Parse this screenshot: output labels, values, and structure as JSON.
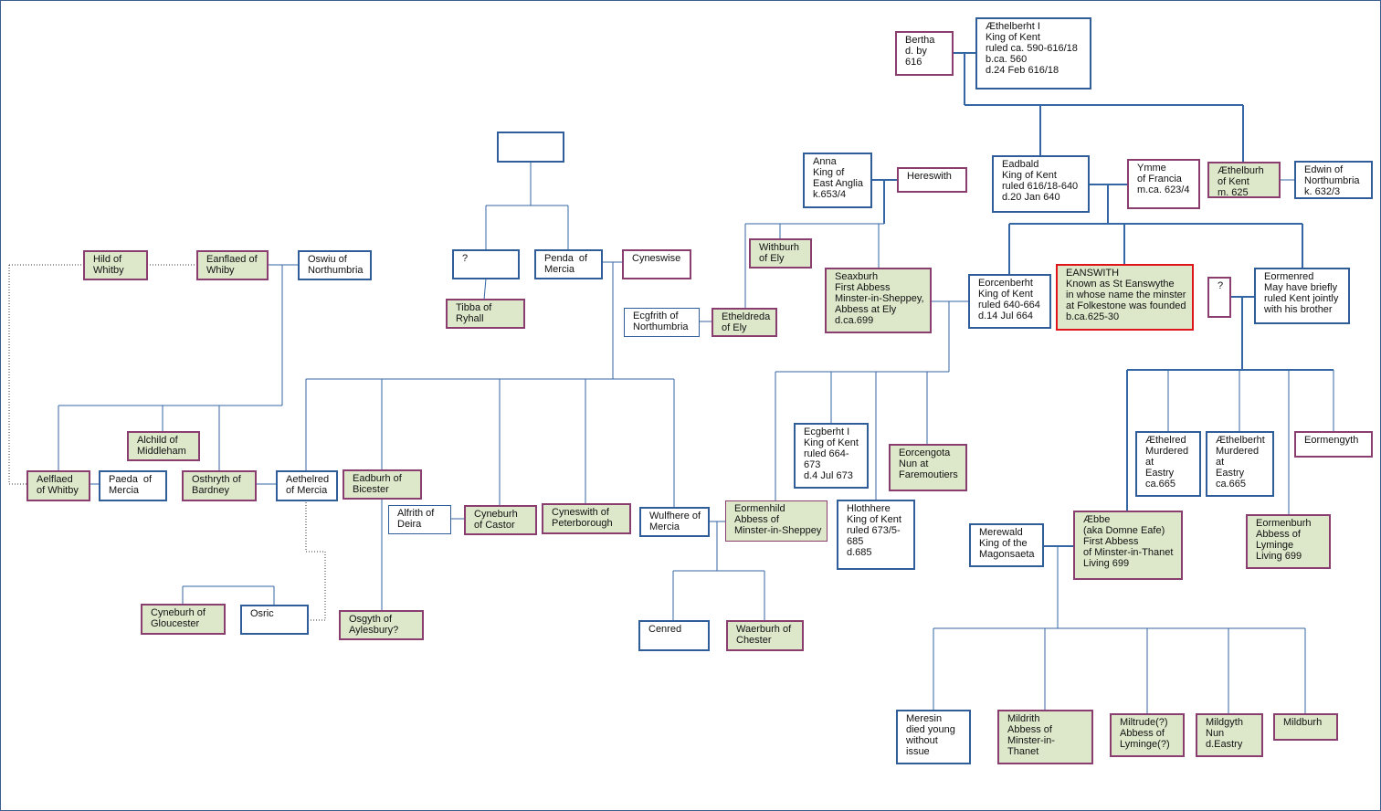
{
  "people": {
    "bertha": "Bertha\nd. by\n616",
    "aethelberht_i": "Æthelberht I\nKing of Kent\nruled ca. 590-616/18\nb.ca. 560\nd.24 Feb 616/18",
    "blank_top": "",
    "anna": "Anna\nKing of\nEast Anglia\nk.653/4",
    "hereswith": "Hereswith",
    "eadbald": "Eadbald\nKing of Kent\nruled 616/18-640\nd.20 Jan 640",
    "ymme": "Ymme\nof Francia\nm.ca. 623/4",
    "aethelburh_kent": "Æthelburh\nof Kent\nm. 625",
    "edwin": "Edwin of\nNorthumbria\nk. 632/3",
    "hild": "Hild of\nWhitby",
    "eanflaed": "Eanflaed of\nWhiby",
    "oswiu": "Oswiu of\nNorthumbria",
    "unknown_q1": "?",
    "penda": "Penda  of\nMercia",
    "cyneswise": "Cyneswise",
    "tibba": "Tibba of\nRyhall",
    "withburh": "Withburh\nof Ely",
    "ecgfrith": "Ecgfrith of\nNorthumbria",
    "etheldreda": "Etheldreda\nof Ely",
    "seaxburh": "Seaxburh\nFirst Abbess\nMinster-in-Sheppey,\nAbbess at Ely\nd.ca.699",
    "eorcenberht": "Eorcenberht\nKing of Kent\nruled 640-664\nd.14 Jul 664",
    "eanswith": "EANSWITH\nKnown as St Eanswythe\nin whose name the minster\nat Folkestone was founded\nb.ca.625-30",
    "unknown_q2": "?",
    "eormenred": "Eormenred\nMay have briefly\nruled Kent jointly\nwith his brother",
    "alchild": "Alchild of\nMiddleham",
    "aelflaed": "Aelflaed\nof Whitby",
    "paeda": "Paeda  of\nMercia",
    "osthryth": "Osthryth of\nBardney",
    "aethelred_mercia": "Aethelred\nof Mercia",
    "eadburh": "Eadburh of\nBicester",
    "alfrith": "Alfrith of\nDeira",
    "cyneburh_castor": "Cyneburh\nof Castor",
    "cyneswith": "Cyneswith of\nPeterborough",
    "wulfhere": "Wulfhere of\nMercia",
    "eormenhild": "Eormenhild\nAbbess of\nMinster-in-Sheppey",
    "ecgberht": "Ecgberht I\nKing of Kent\nruled 664-\n673\nd.4 Jul 673",
    "eorcengota": "Eorcengota\nNun at\nFaremoutiers",
    "hlothhere": "Hlothhere\nKing of Kent\nruled 673/5-\n685\nd.685",
    "aethelred_eastry": "Æthelred\nMurdered\nat\nEastry\nca.665",
    "aethelberht_eastry": "Æthelberht\nMurdered\nat\nEastry\nca.665",
    "eormengyth": "Eormengyth",
    "merewald": "Merewald\nKing of the\nMagonsaeta",
    "aebbe": "Æbbe\n(aka Domne Eafe)\nFirst Abbess\nof Minster-in-Thanet\nLiving 699",
    "eormenburh": "Eormenburh\nAbbess of\nLyminge\nLiving 699",
    "cyneburh_gloucester": "Cyneburh of\nGloucester",
    "osric": "Osric",
    "osgyth": "Osgyth of\nAylesbury?",
    "cenred": "Cenred",
    "waerburh": "Waerburh of\nChester",
    "meresin": "Meresin\ndied young\nwithout\nissue",
    "mildrith": "Mildrith\nAbbess of\nMinster-in-\nThanet",
    "miltrude": "Miltrude(?)\nAbbess of\nLyminge(?)",
    "mildgyth": "Mildgyth\nNun\nd.Eastry",
    "mildburh": "Mildburh"
  },
  "colors": {
    "male_border": "#2f5d9a",
    "female_border": "#8a3d6f",
    "religious_fill": "#dde8cb",
    "highlight_border": "#e0141b",
    "line": "#3465a4"
  }
}
